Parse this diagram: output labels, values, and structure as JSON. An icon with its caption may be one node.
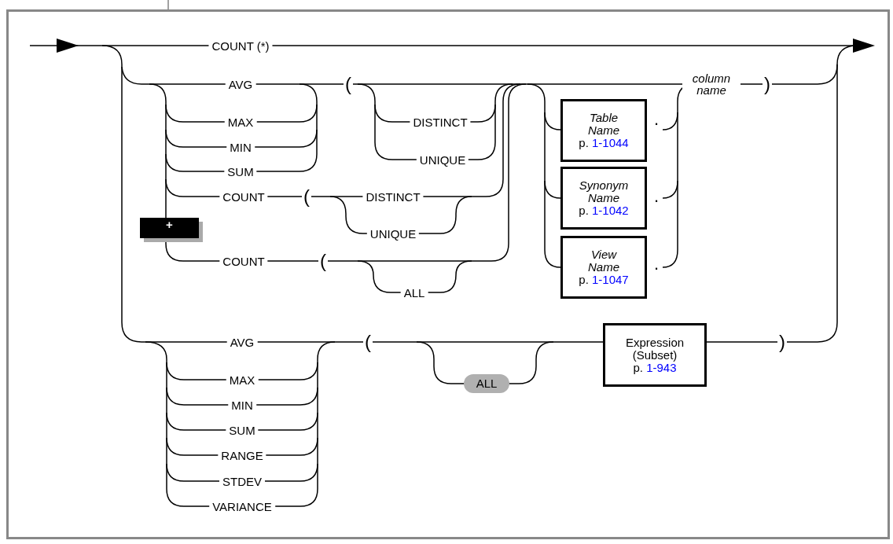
{
  "diagram": {
    "nodes": [
      {
        "text": [
          "Table Name",
          "p.",
          "1-1044"
        ]
      },
      {
        "text": [
          "Synonym Name",
          "p.",
          "1-1042"
        ]
      },
      {
        "text": [
          "View Name",
          "p.",
          "1-1047"
        ]
      },
      {
        "text": [
          "Expression (Subset)",
          "p.",
          "1-943"
        ]
      },
      {
        "text": [
          "ALL"
        ]
      }
    ],
    "labels": [
      "COUNT (*)",
      "AVG",
      "(",
      "column name",
      ")",
      "MAX",
      "DISTINCT",
      ".",
      "MIN",
      "UNIQUE",
      "SUM",
      "COUNT",
      "(",
      "DISTINCT",
      ".",
      "+",
      "UNIQUE",
      "COUNT",
      "(",
      ".",
      "ALL",
      "AVG",
      "(",
      ")",
      "MAX",
      "MIN",
      "SUM",
      "RANGE",
      "STDEV",
      "VARIANCE"
    ]
  }
}
